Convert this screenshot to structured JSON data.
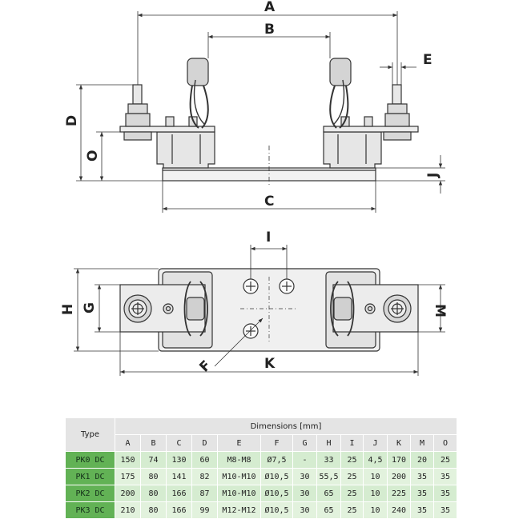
{
  "labels": {
    "A": "A",
    "B": "B",
    "C": "C",
    "D": "D",
    "E": "E",
    "O": "O",
    "J": "J",
    "I": "I",
    "H": "H",
    "G": "G",
    "M": "M",
    "F": "F",
    "K": "K"
  },
  "table": {
    "type_header": "Type",
    "dims_header": "Dimensions [mm]",
    "columns": [
      "A",
      "B",
      "C",
      "D",
      "E",
      "F",
      "G",
      "H",
      "I",
      "J",
      "K",
      "M",
      "O"
    ],
    "rows": [
      {
        "type": "PK0 DC",
        "values": [
          "150",
          "74",
          "130",
          "60",
          "M8-M8",
          "Ø7,5",
          "-",
          "33",
          "25",
          "4,5",
          "170",
          "20",
          "25"
        ]
      },
      {
        "type": "PK1 DC",
        "values": [
          "175",
          "80",
          "141",
          "82",
          "M10-M10",
          "Ø10,5",
          "30",
          "55,5",
          "25",
          "10",
          "200",
          "35",
          "35"
        ]
      },
      {
        "type": "PK2 DC",
        "values": [
          "200",
          "80",
          "166",
          "87",
          "M10-M10",
          "Ø10,5",
          "30",
          "65",
          "25",
          "10",
          "225",
          "35",
          "35"
        ]
      },
      {
        "type": "PK3 DC",
        "values": [
          "210",
          "80",
          "166",
          "99",
          "M12-M12",
          "Ø10,5",
          "30",
          "65",
          "25",
          "10",
          "240",
          "35",
          "35"
        ]
      }
    ]
  },
  "colors": {
    "line": "#333333",
    "table_header": "#e4e4e4",
    "type_cell": "#62b255",
    "value_cell": "#d5ecd0"
  }
}
